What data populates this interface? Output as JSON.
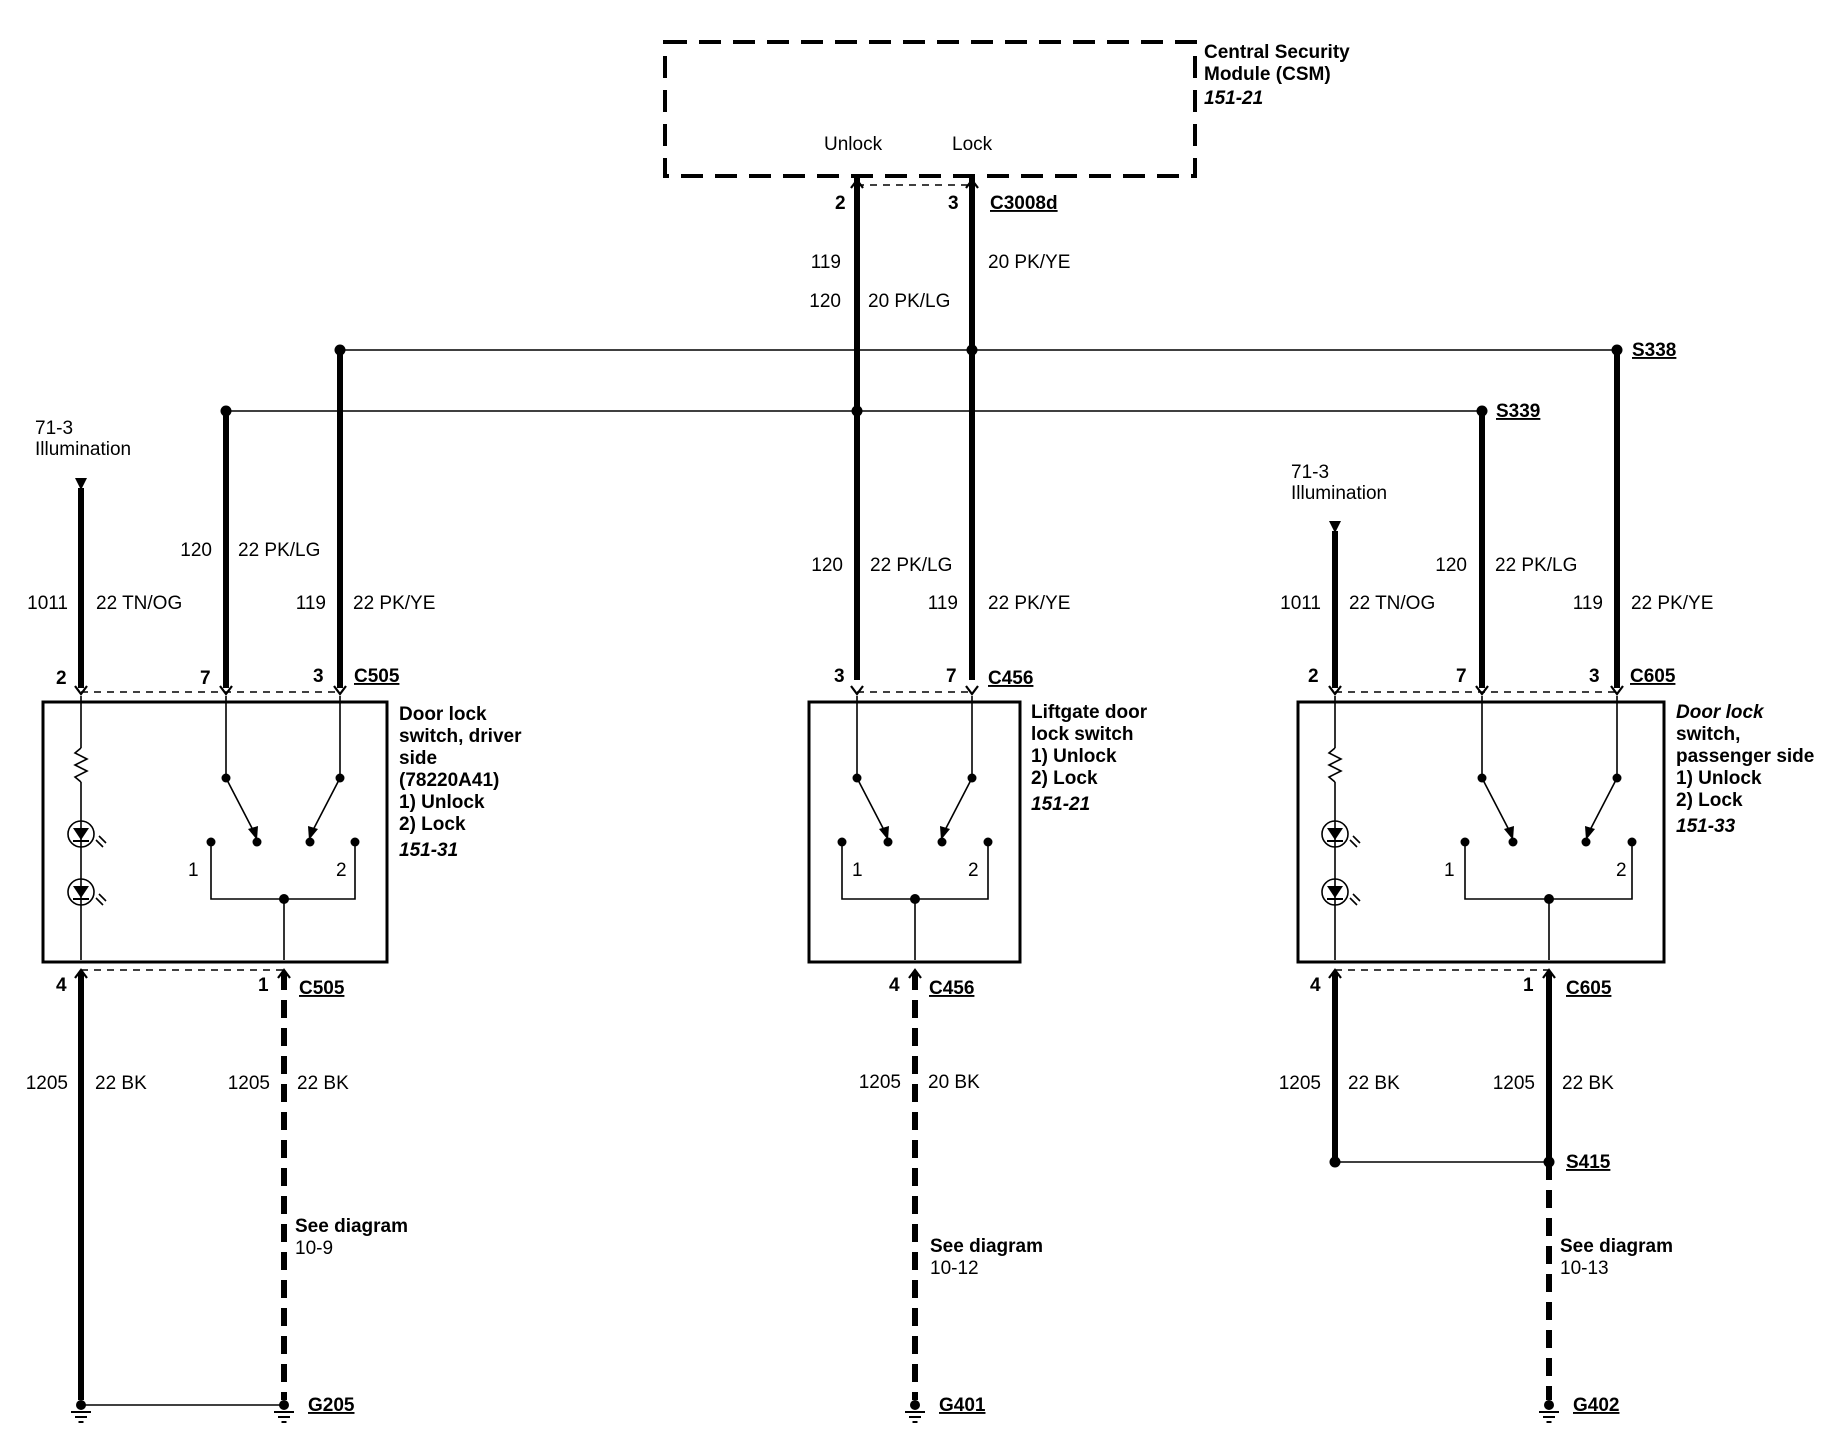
{
  "csm": {
    "title_1": "Central Security",
    "title_2": "Module (CSM)",
    "ref": "151-21",
    "unlock_label": "Unlock",
    "lock_label": "Lock",
    "connector": "C3008d",
    "pin_unlock": "2",
    "pin_lock": "3"
  },
  "trunk": {
    "unlock_circuit": "120",
    "unlock_spec": "20  PK/LG",
    "lock_circuit": "119",
    "lock_spec": "20  PK/YE"
  },
  "splices": {
    "lock_splice": "S338",
    "unlock_splice": "S339",
    "ground_splice": "S415"
  },
  "driver": {
    "illum_1": "71-3",
    "illum_2": "Illumination",
    "illum_circuit": "1011",
    "illum_spec": "22  TN/OG",
    "unlock_circuit": "120",
    "unlock_spec": "22  PK/LG",
    "lock_circuit": "119",
    "lock_spec": "22  PK/YE",
    "pin_illum": "2",
    "pin_unlock": "7",
    "pin_lock": "3",
    "connector_top": "C505",
    "title_1": "Door lock",
    "title_2": "switch, driver",
    "title_3": "side",
    "part": "(78220A41)",
    "item_1": "1)   Unlock",
    "item_2": "2)   Lock",
    "ref": "151-31",
    "contact_1": "1",
    "contact_2": "2",
    "pin_gnd_a": "4",
    "pin_gnd_b": "1",
    "connector_bottom": "C505",
    "gnd_a_circuit": "1205",
    "gnd_a_spec": "22  BK",
    "gnd_b_circuit": "1205",
    "gnd_b_spec": "22  BK",
    "see_1": "See diagram",
    "see_2": "10-9",
    "ground": "G205"
  },
  "liftgate": {
    "unlock_circuit": "120",
    "unlock_spec": "22  PK/LG",
    "lock_circuit": "119",
    "lock_spec": "22  PK/YE",
    "pin_unlock": "3",
    "pin_lock": "7",
    "connector_top": "C456",
    "title_1": "Liftgate door",
    "title_2": "lock switch",
    "item_1": "1)   Unlock",
    "item_2": "2)   Lock",
    "ref": "151-21",
    "contact_1": "1",
    "contact_2": "2",
    "pin_gnd": "4",
    "connector_bottom": "C456",
    "gnd_circuit": "1205",
    "gnd_spec": "20  BK",
    "see_1": "See diagram",
    "see_2": "10-12",
    "ground": "G401"
  },
  "passenger": {
    "illum_1": "71-3",
    "illum_2": "Illumination",
    "illum_circuit": "1011",
    "illum_spec": "22  TN/OG",
    "unlock_circuit": "120",
    "unlock_spec": "22  PK/LG",
    "lock_circuit": "119",
    "lock_spec": "22  PK/YE",
    "pin_illum": "2",
    "pin_unlock": "7",
    "pin_lock": "3",
    "connector_top": "C605",
    "title_1": "Door lock",
    "title_2": "switch,",
    "title_3": "passenger side",
    "item_1": "1)   Unlock",
    "item_2": "2)   Lock",
    "ref": "151-33",
    "contact_1": "1",
    "contact_2": "2",
    "pin_gnd_a": "4",
    "pin_gnd_b": "1",
    "connector_bottom": "C605",
    "gnd_a_circuit": "1205",
    "gnd_a_spec": "22  BK",
    "gnd_b_circuit": "1205",
    "gnd_b_spec": "22  BK",
    "see_1": "See diagram",
    "see_2": "10-13",
    "ground": "G402"
  }
}
